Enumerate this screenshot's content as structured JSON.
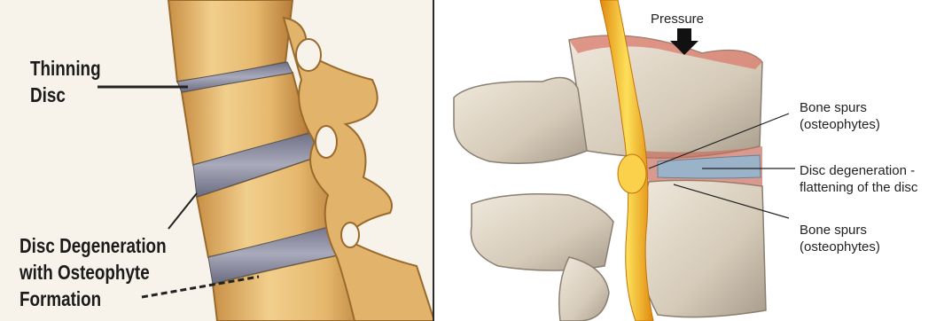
{
  "left_panel": {
    "label_thinning": [
      "Thinning",
      "Disc"
    ],
    "label_degeneration": [
      "Disc Degeneration",
      "with Osteophyte",
      "Formation"
    ],
    "colors": {
      "bone": "#e8c07a",
      "bone_shadow": "#b9843e",
      "disc": "#8d8fa6",
      "background": "#f7f3ea"
    }
  },
  "right_panel": {
    "pressure_label": "Pressure",
    "label_spurs_top": [
      "Bone spurs",
      "(osteophytes)"
    ],
    "label_disc": [
      "Disc degeneration -",
      "flattening of the disc"
    ],
    "label_spurs_bottom": [
      "Bone spurs",
      "(osteophytes)"
    ],
    "colors": {
      "bone": "#d9cfc0",
      "inflamed": "#d97b6c",
      "nerve": "#f2b21a",
      "disc": "#9bb3c8"
    }
  }
}
